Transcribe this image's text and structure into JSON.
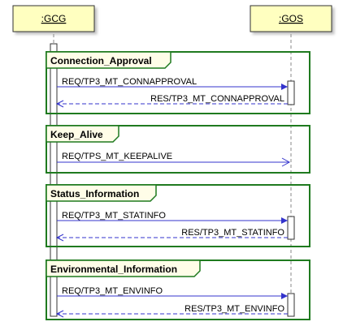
{
  "participants": [
    {
      "name": ":GCG"
    },
    {
      "name": ":GOS"
    }
  ],
  "colors": {
    "participant_fill": "#ffffc0",
    "participant_border": "#333333",
    "lifeline": "#888888",
    "activation_fill": "#ffffff",
    "frame_border": "#1f7a1f",
    "frame_label_fill": "#fffde8",
    "message_line": "#3333cc",
    "text": "#000000"
  },
  "fragments": [
    {
      "title": "Connection_Approval",
      "messages": [
        {
          "label": "REQ/TP3_MT_CONNAPPROVAL",
          "direction": "forward",
          "style": "solid"
        },
        {
          "label": "RES/TP3_MT_CONNAPPROVAL",
          "direction": "back",
          "style": "dashed"
        }
      ]
    },
    {
      "title": "Keep_Alive",
      "messages": [
        {
          "label": "REQ/TPS_MT_KEEPALIVE",
          "direction": "forward",
          "style": "solid-async"
        }
      ]
    },
    {
      "title": "Status_Information",
      "messages": [
        {
          "label": "REQ/TP3_MT_STATINFO",
          "direction": "forward",
          "style": "solid"
        },
        {
          "label": "RES/TP3_MT_STATINFO",
          "direction": "back",
          "style": "dashed"
        }
      ]
    },
    {
      "title": "Environmental_Information",
      "messages": [
        {
          "label": "REQ/TP3_MT_ENVINFO",
          "direction": "forward",
          "style": "solid"
        },
        {
          "label": "RES/TP3_MT_ENVINFO",
          "direction": "back",
          "style": "dashed"
        }
      ]
    }
  ]
}
